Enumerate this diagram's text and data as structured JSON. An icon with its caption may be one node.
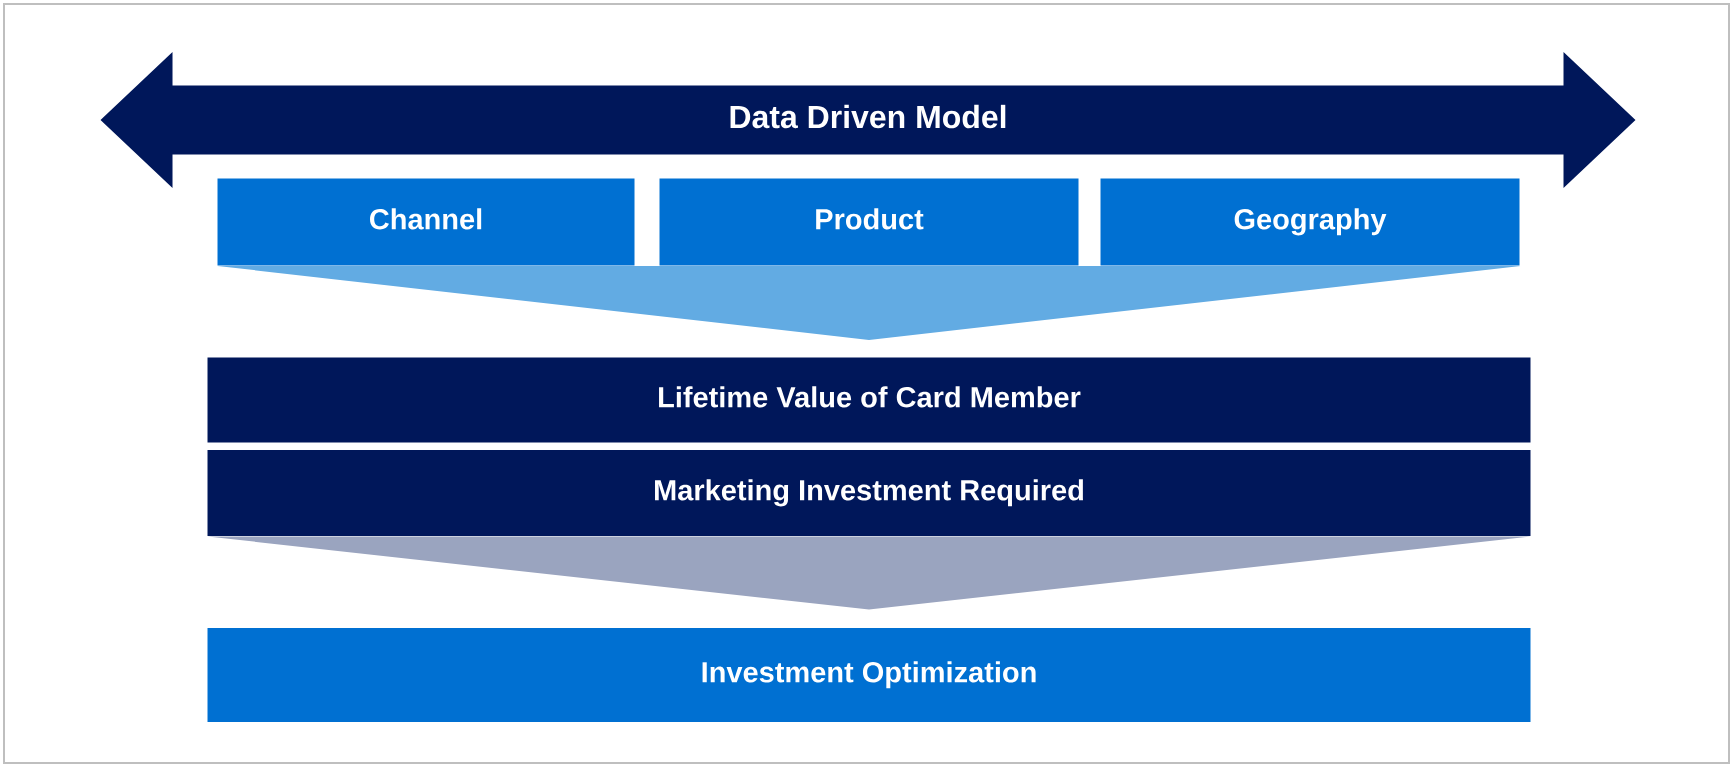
{
  "diagram": {
    "nodes": [
      {
        "text": [
          "Data Driven Model"
        ]
      },
      {
        "text": [
          "Channel"
        ]
      },
      {
        "text": [
          "Product"
        ]
      },
      {
        "text": [
          "Geography"
        ]
      },
      {
        "text": [],
        "shape": "triangle"
      },
      {
        "text": [
          "Lifetime Value of Card Member"
        ]
      },
      {
        "text": [
          "Marketing Investment Required"
        ]
      },
      {
        "text": [],
        "shape": "triangle"
      },
      {
        "text": [
          "Investment Optimization"
        ]
      }
    ]
  }
}
